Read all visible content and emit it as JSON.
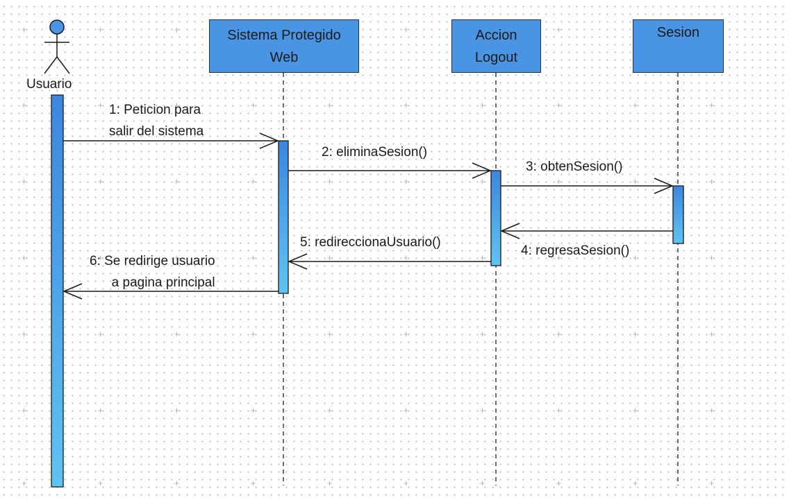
{
  "diagram": {
    "actor": {
      "name": "Usuario"
    },
    "lifelines": [
      {
        "id": "sistema",
        "label": "Sistema Protegido\nWeb"
      },
      {
        "id": "accion",
        "label": "Accion\nLogout"
      },
      {
        "id": "sesion",
        "label": "Sesion"
      }
    ],
    "messages": [
      {
        "label": "1: Peticion para\nsalir del sistema"
      },
      {
        "label": "2: eliminaSesion()"
      },
      {
        "label": "3: obtenSesion()"
      },
      {
        "label": "4: regresaSesion()"
      },
      {
        "label": "5: redireccionaUsuario()"
      },
      {
        "label": "6: Se redirige usuario\na pagina principal"
      }
    ],
    "colors": {
      "box_fill": "#4a95e3",
      "activation_top": "#3d86df",
      "activation_bottom": "#5fc4f2",
      "line": "#1a1a1a"
    }
  }
}
